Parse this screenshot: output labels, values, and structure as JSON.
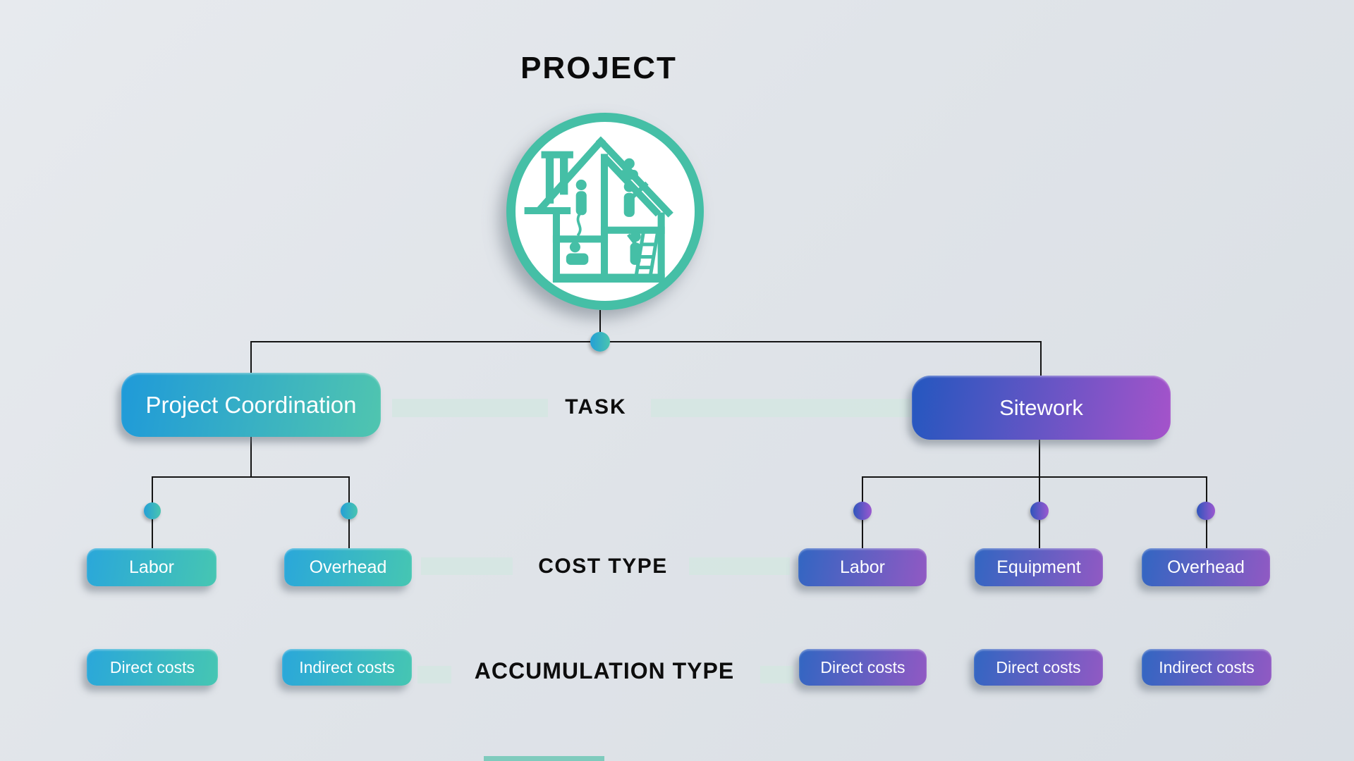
{
  "title": "PROJECT",
  "row_labels": {
    "task": "TASK",
    "cost_type": "COST TYPE",
    "accumulation_type": "ACCUMULATION TYPE"
  },
  "branches": {
    "left": {
      "task": "Project Coordination",
      "cost_types": [
        "Labor",
        "Overhead"
      ],
      "accumulation_types": [
        "Direct costs",
        "Indirect costs"
      ]
    },
    "right": {
      "task": "Sitework",
      "cost_types": [
        "Labor",
        "Equipment",
        "Overhead"
      ],
      "accumulation_types": [
        "Direct costs",
        "Direct costs",
        "Indirect costs"
      ]
    }
  },
  "icon": {
    "name": "house-construction-icon"
  },
  "colors": {
    "teal_emblem": "#45bfa6",
    "left_branch_gradient": [
      "#1f9ad9",
      "#50c5af"
    ],
    "right_branch_gradient": [
      "#2457bf",
      "#a553ca"
    ],
    "band": "#d5e6e2",
    "connector_line": "#141414",
    "background": "#dfe3e8"
  }
}
